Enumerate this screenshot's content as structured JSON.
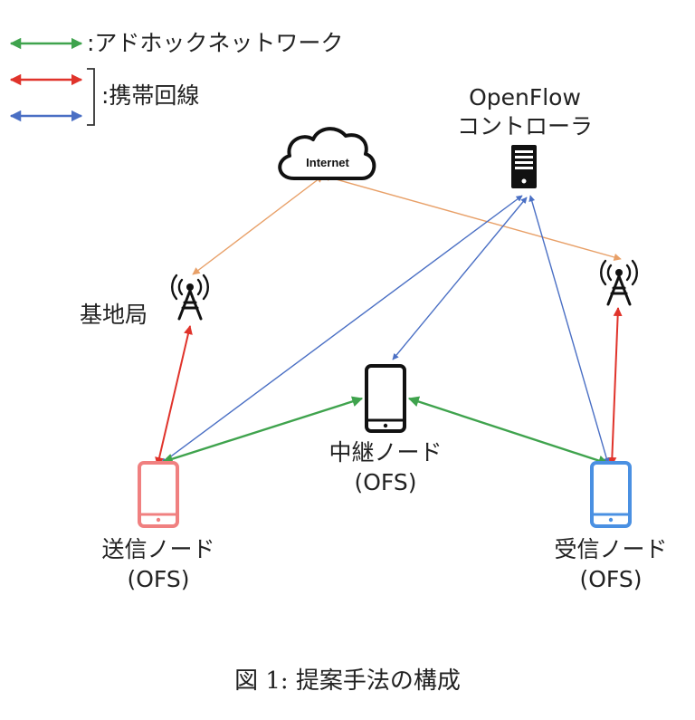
{
  "legend": {
    "adhoc": ":アドホックネットワーク",
    "cellular": ":携帯回線"
  },
  "controller": {
    "line1": "OpenFlow",
    "line2": "コントローラ"
  },
  "internet_label": "Internet",
  "base_station_label": "基地局",
  "relay_node": {
    "name": "中継ノード",
    "sub": "(OFS)"
  },
  "sender_node": {
    "name": "送信ノード",
    "sub": "(OFS)"
  },
  "receiver_node": {
    "name": "受信ノード",
    "sub": "(OFS)"
  },
  "caption": "図 1: 提案手法の構成",
  "colors": {
    "adhoc": "#3fa34d",
    "cellular_red": "#e0332b",
    "cellular_blue": "#4a6fc4",
    "internet_link": "#e8a068",
    "sender_phone": "#f08080",
    "receiver_phone": "#4a90e2",
    "relay_phone": "#111111"
  }
}
